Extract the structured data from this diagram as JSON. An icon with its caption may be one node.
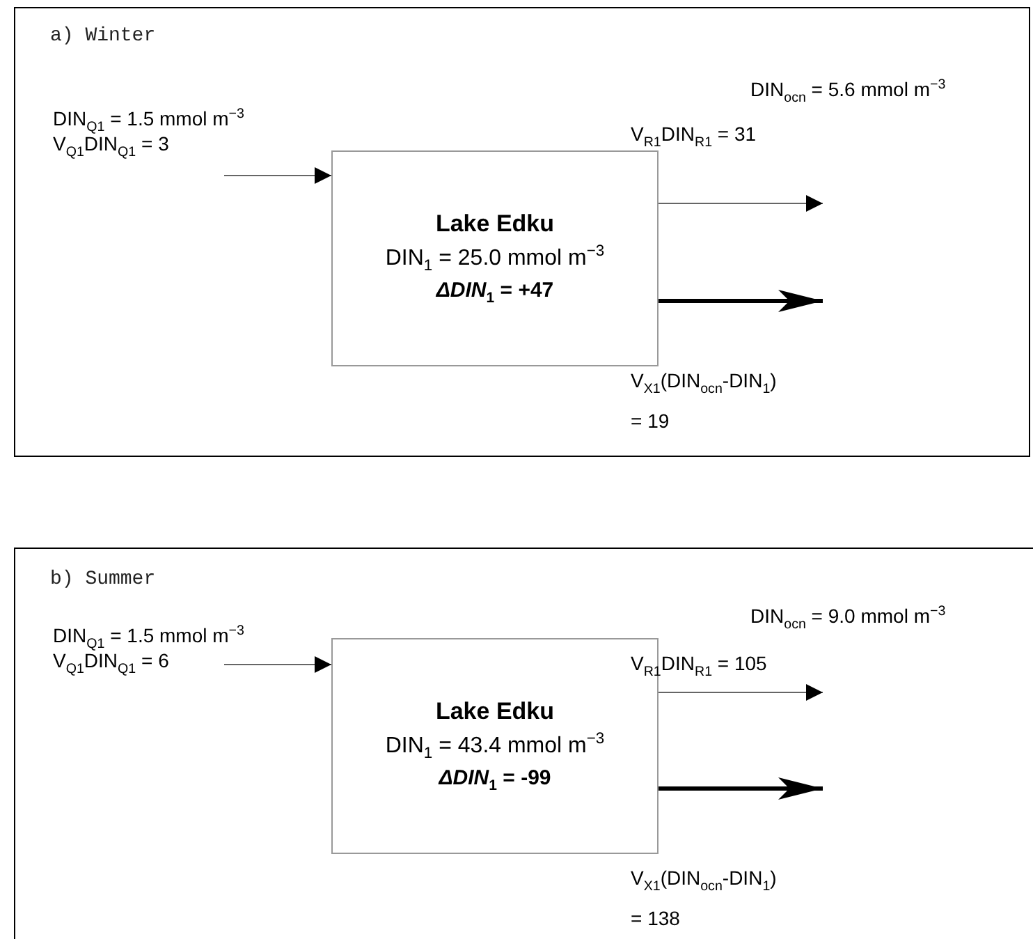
{
  "diagram": {
    "nodes": [
      {
        "text": [
          "a) Winter"
        ]
      },
      {
        "text": [
          "Lake Edku",
          "DIN$_{1}$ = 25.0 mmol m$^{−3}$",
          "*ΔDIN*$_{1}$ = +47"
        ],
        "in": 0
      },
      {
        "text": [
          "b) Summer"
        ]
      },
      {
        "text": [
          "Lake Edku",
          "DIN$_{1}$ = 43.4 mmol m$^{−3}$",
          "*ΔDIN*$_{1}$ = -99"
        ],
        "in": 2
      }
    ],
    "edges": [
      {
        "from": null,
        "to": 1,
        "arrow": "to",
        "label": "V$_{Q1}$DIN$_{Q1}$ = 3"
      },
      {
        "from": 1,
        "to": null,
        "arrow": "to",
        "label": "V$_{R1}$DIN$_{R1}$ = 31"
      },
      {
        "from": 1,
        "to": null,
        "arrow": "to",
        "style": "thick",
        "color": "#000000",
        "label": "V$_{X1}$(DIN$_{ocn}$-DIN$_{1}$) = 19"
      },
      {
        "from": null,
        "to": 3,
        "arrow": "to",
        "label": "V$_{Q1}$DIN$_{Q1}$ = 6"
      },
      {
        "from": 3,
        "to": null,
        "arrow": "to",
        "label": "V$_{R1}$DIN$_{R1}$ = 105"
      },
      {
        "from": 3,
        "to": null,
        "arrow": "to",
        "style": "thick",
        "color": "#000000",
        "label": "V$_{X1}$(DIN$_{ocn}$-DIN$_{1}$) = 138"
      }
    ],
    "labels": [
      "DIN$_{ocn}$ = 5.6 mmol m$^{−3}$",
      "DIN$_{Q1}$ = 1.5 mmol m$^{−3}$",
      "DIN$_{ocn}$ = 9.0 mmol m$^{−3}$",
      "DIN$_{Q1}$ = 1.5 mmol m$^{−3}$"
    ]
  }
}
